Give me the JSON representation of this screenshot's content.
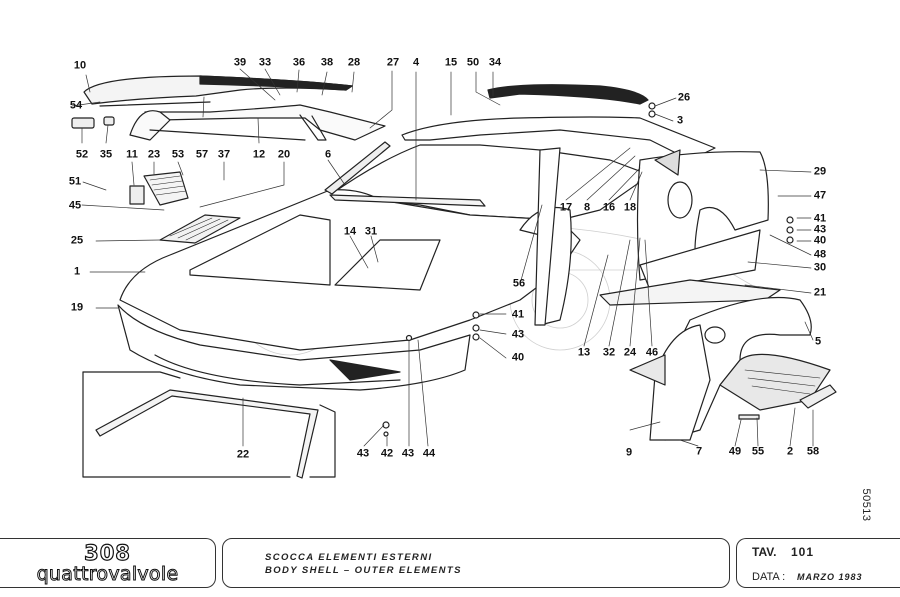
{
  "diagram": {
    "title_it": "SCOCCA ELEMENTI ESTERNI",
    "title_en": "BODY SHELL – OUTER ELEMENTS",
    "drawing_number": "50513",
    "subject": "exploded-view-car-body-shell",
    "callouts": [
      {
        "id": "c10",
        "label": "10"
      },
      {
        "id": "c54",
        "label": "54"
      },
      {
        "id": "c52",
        "label": "52"
      },
      {
        "id": "c35",
        "label": "35"
      },
      {
        "id": "c57",
        "label": "57"
      },
      {
        "id": "c39",
        "label": "39"
      },
      {
        "id": "c33",
        "label": "33"
      },
      {
        "id": "c36",
        "label": "36"
      },
      {
        "id": "c38",
        "label": "38"
      },
      {
        "id": "c28",
        "label": "28"
      },
      {
        "id": "c27",
        "label": "27"
      },
      {
        "id": "c12",
        "label": "12"
      },
      {
        "id": "c11",
        "label": "11"
      },
      {
        "id": "c23",
        "label": "23"
      },
      {
        "id": "c53",
        "label": "53"
      },
      {
        "id": "c37",
        "label": "37"
      },
      {
        "id": "c20",
        "label": "20"
      },
      {
        "id": "c51",
        "label": "51"
      },
      {
        "id": "c45",
        "label": "45"
      },
      {
        "id": "c6",
        "label": "6"
      },
      {
        "id": "c4",
        "label": "4"
      },
      {
        "id": "c15",
        "label": "15"
      },
      {
        "id": "c50",
        "label": "50"
      },
      {
        "id": "c34",
        "label": "34"
      },
      {
        "id": "c26",
        "label": "26"
      },
      {
        "id": "c3",
        "label": "3"
      },
      {
        "id": "c17",
        "label": "17"
      },
      {
        "id": "c8",
        "label": "8"
      },
      {
        "id": "c16",
        "label": "16"
      },
      {
        "id": "c18",
        "label": "18"
      },
      {
        "id": "c29",
        "label": "29"
      },
      {
        "id": "c47",
        "label": "47"
      },
      {
        "id": "c41r",
        "label": "41"
      },
      {
        "id": "c43r",
        "label": "43"
      },
      {
        "id": "c40r",
        "label": "40"
      },
      {
        "id": "c48",
        "label": "48"
      },
      {
        "id": "c30",
        "label": "30"
      },
      {
        "id": "c21",
        "label": "21"
      },
      {
        "id": "c25",
        "label": "25"
      },
      {
        "id": "c1",
        "label": "1"
      },
      {
        "id": "c19",
        "label": "19"
      },
      {
        "id": "c14",
        "label": "14"
      },
      {
        "id": "c31",
        "label": "31"
      },
      {
        "id": "c56",
        "label": "56"
      },
      {
        "id": "c41m",
        "label": "41"
      },
      {
        "id": "c43m",
        "label": "43"
      },
      {
        "id": "c40m",
        "label": "40"
      },
      {
        "id": "c13",
        "label": "13"
      },
      {
        "id": "c32",
        "label": "32"
      },
      {
        "id": "c24",
        "label": "24"
      },
      {
        "id": "c46",
        "label": "46"
      },
      {
        "id": "c5",
        "label": "5"
      },
      {
        "id": "c9",
        "label": "9"
      },
      {
        "id": "c7",
        "label": "7"
      },
      {
        "id": "c49",
        "label": "49"
      },
      {
        "id": "c55",
        "label": "55"
      },
      {
        "id": "c2",
        "label": "2"
      },
      {
        "id": "c58",
        "label": "58"
      },
      {
        "id": "c22",
        "label": "22"
      },
      {
        "id": "c43a",
        "label": "43"
      },
      {
        "id": "c42",
        "label": "42"
      },
      {
        "id": "c43b",
        "label": "43"
      },
      {
        "id": "c44",
        "label": "44"
      }
    ]
  },
  "title_block": {
    "model": "308",
    "model_sub": "quattrovalvole",
    "tav_label": "TAV.",
    "tav_value": "101",
    "data_label": "DATA :",
    "data_value": "MARZO 1983"
  }
}
